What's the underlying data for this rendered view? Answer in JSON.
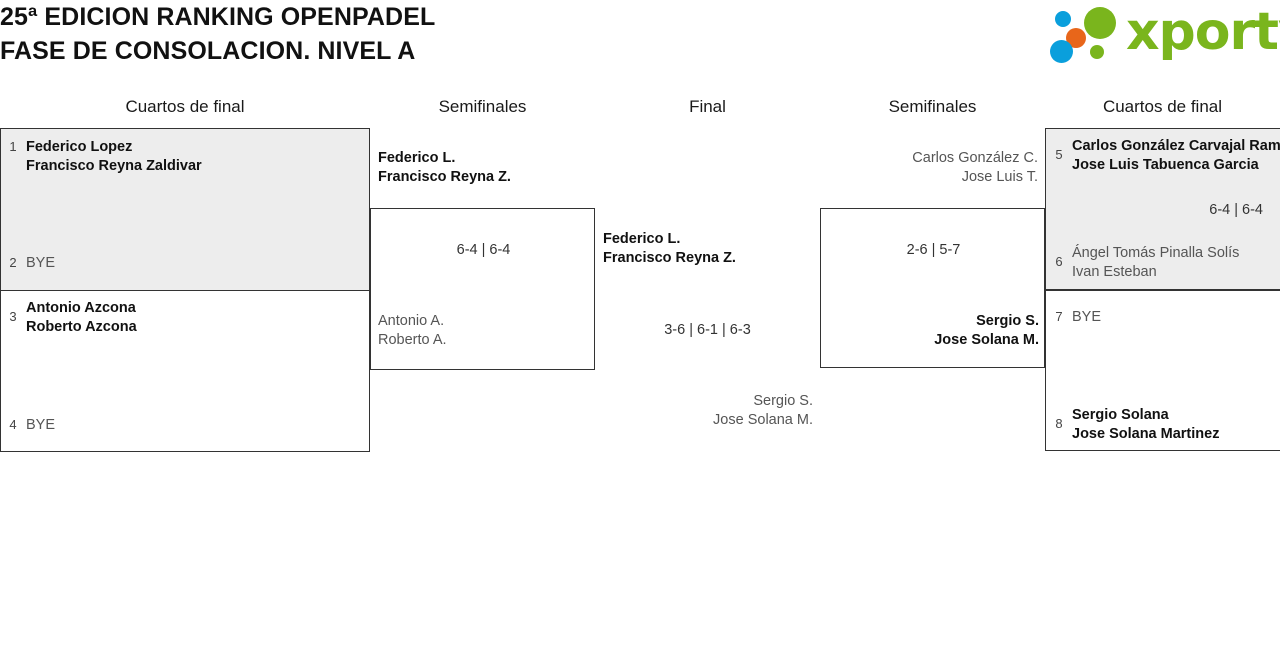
{
  "header": {
    "title_line1": "25ª EDICION RANKING OPENPADEL",
    "title_line2": "FASE DE CONSOLACION. NIVEL A",
    "logo_text": "xporty",
    "logo_colors": {
      "green": "#7ab51d",
      "blue": "#0a9fdc",
      "orange": "#e8661a"
    }
  },
  "rounds": [
    {
      "label": "Cuartos de final"
    },
    {
      "label": "Semifinales"
    },
    {
      "label": "Final"
    },
    {
      "label": "Semifinales"
    },
    {
      "label": "Cuartos de final"
    }
  ],
  "left_quarterfinals": [
    {
      "seed": "1",
      "player1": "Federico Lopez",
      "player2": "Francisco Reyna Zaldivar",
      "status": "winner"
    },
    {
      "seed": "2",
      "player1": "BYE",
      "player2": "",
      "status": "bye"
    },
    {
      "seed": "3",
      "player1": "Antonio Azcona",
      "player2": "Roberto Azcona",
      "status": "winner"
    },
    {
      "seed": "4",
      "player1": "BYE",
      "player2": "",
      "status": "bye"
    }
  ],
  "left_semifinal": {
    "winner_line1": "Federico L.",
    "winner_line2": "Francisco Reyna Z.",
    "loser_line1": "Antonio A.",
    "loser_line2": "Roberto A.",
    "score": "6-4 | 6-4"
  },
  "final": {
    "winner_line1": "Federico L.",
    "winner_line2": "Francisco Reyna Z.",
    "loser_line1": "Sergio S.",
    "loser_line2": "Jose Solana M.",
    "score": "3-6 | 6-1 | 6-3"
  },
  "right_semifinal": {
    "loser_line1": "Carlos González C.",
    "loser_line2": "Jose Luis T.",
    "winner_line1": "Sergio S.",
    "winner_line2": "Jose Solana M.",
    "score": "2-6 | 5-7"
  },
  "right_quarterfinals": [
    {
      "seed": "5",
      "player1": "Carlos González Carvajal Ram",
      "player2": "Jose Luis Tabuenca Garcia",
      "status": "winner"
    },
    {
      "seed": "6",
      "player1": "Ángel Tomás Pinalla Solís",
      "player2": "Ivan Esteban",
      "status": "loser"
    },
    {
      "seed": "7",
      "player1": "BYE",
      "player2": "",
      "status": "bye"
    },
    {
      "seed": "8",
      "player1": "Sergio Solana",
      "player2": "Jose Solana Martinez",
      "status": "winner"
    }
  ],
  "right_quarterfinal_score": "6-4 | 6-4"
}
